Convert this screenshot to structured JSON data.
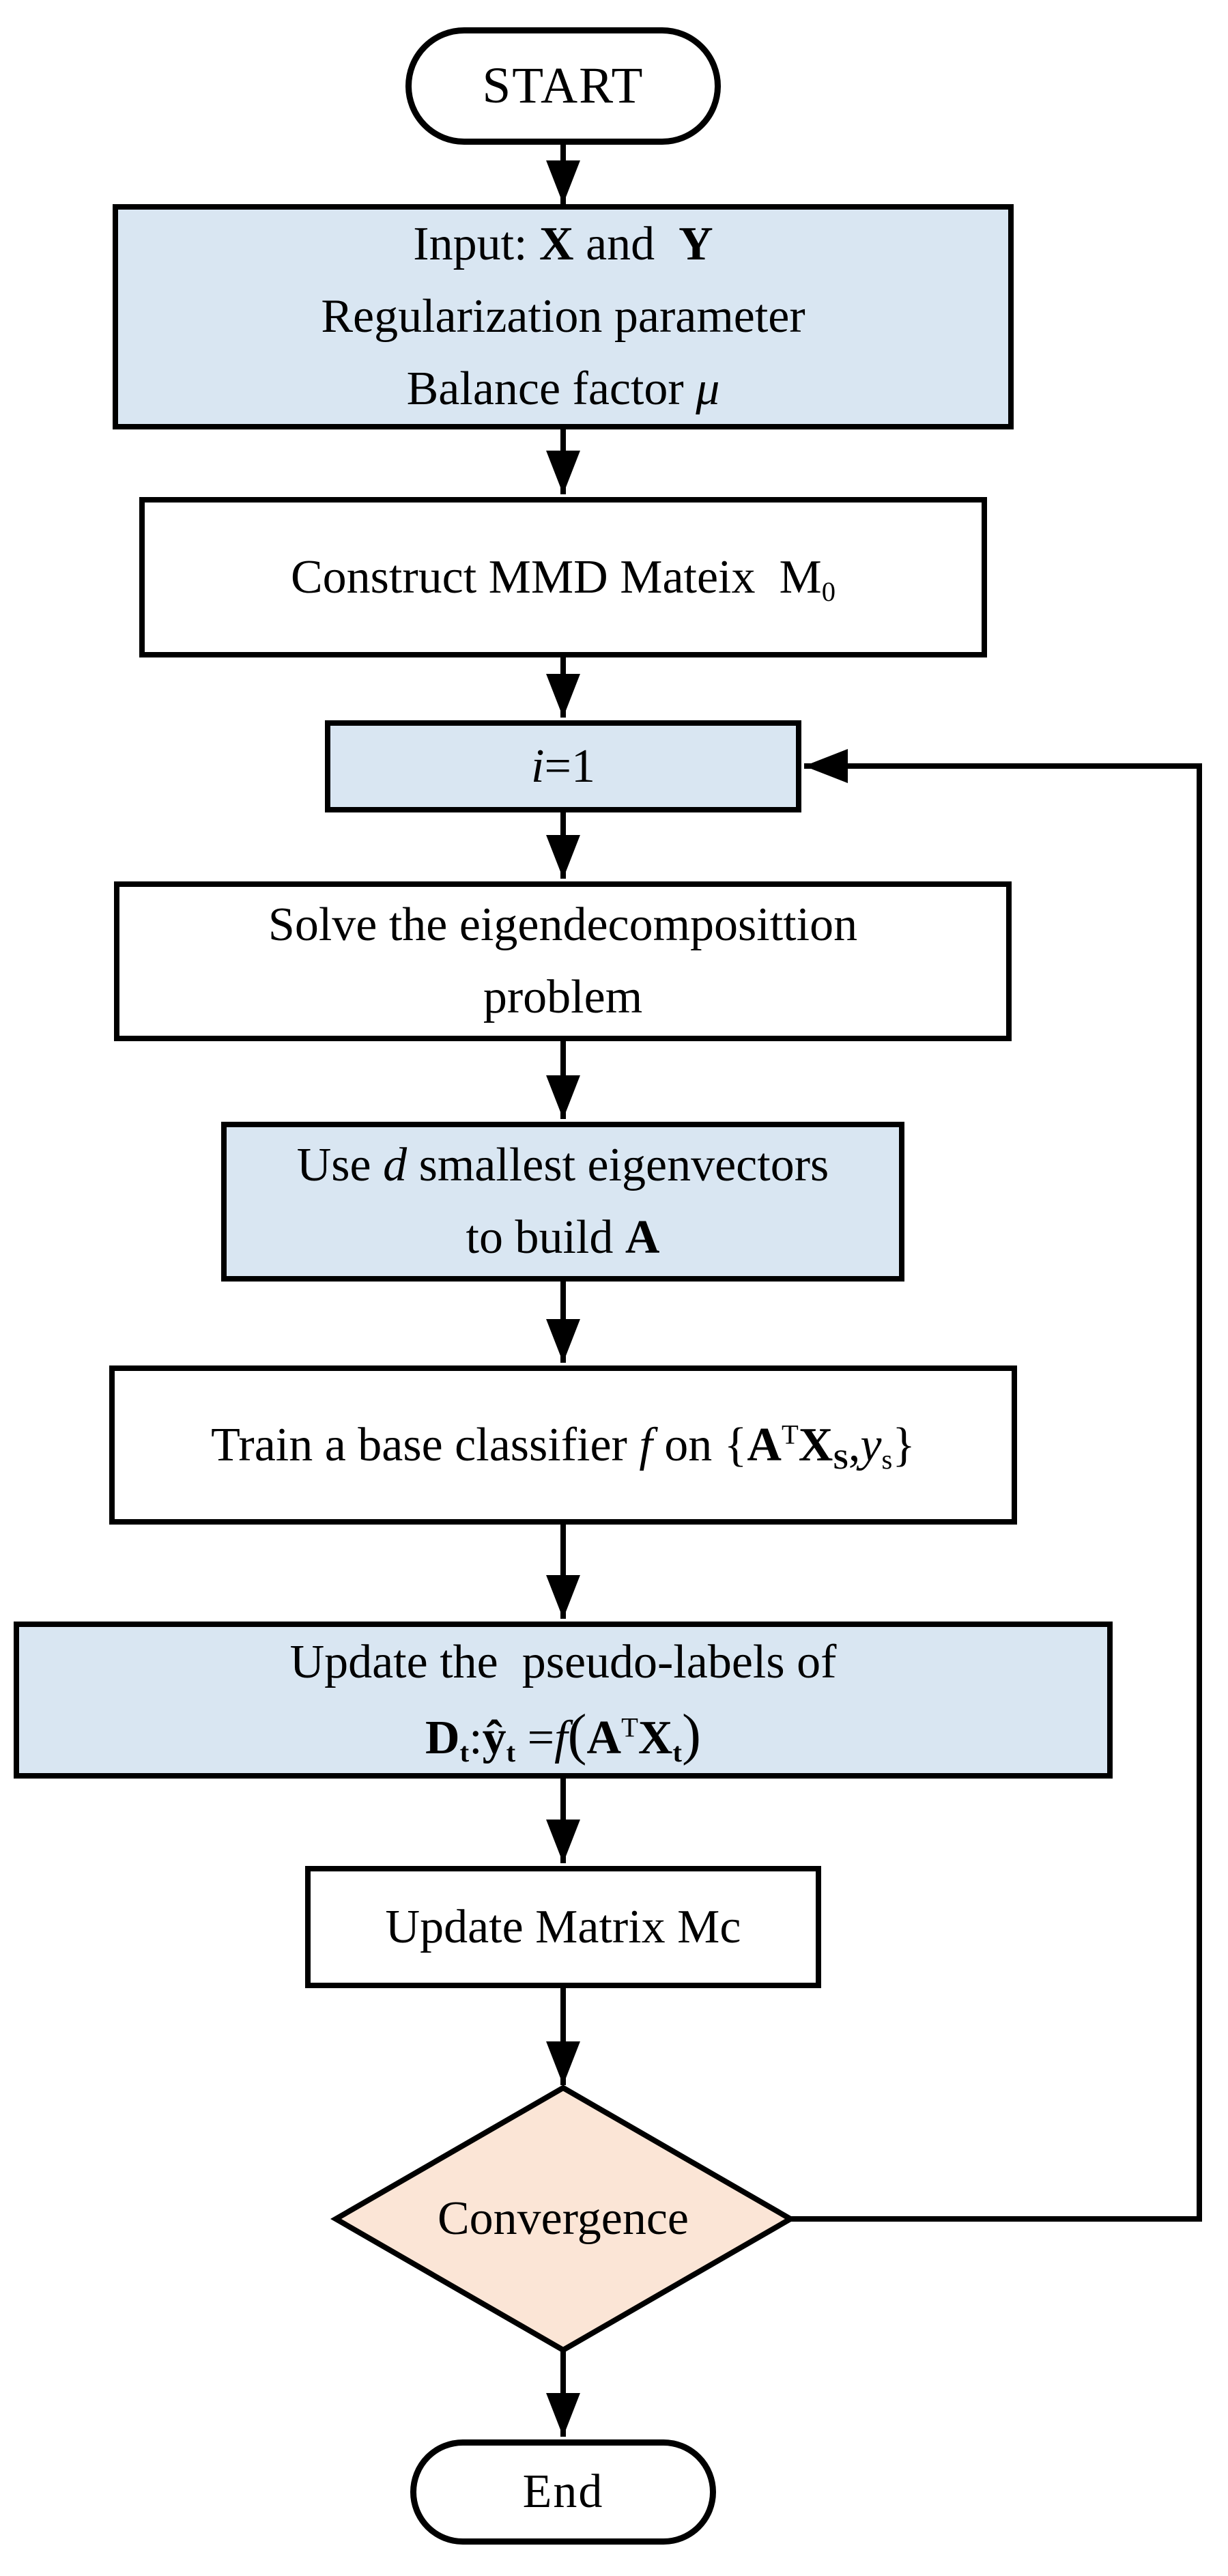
{
  "colors": {
    "background": "#ffffff",
    "text": "#000000",
    "border": "#000000",
    "box_blue": "#d9e6f2",
    "diamond_peach": "#fbe5d6"
  },
  "nodes": {
    "start": {
      "label": "START"
    },
    "input": {
      "line1": [
        "Input: ",
        "X",
        " and ",
        " Y"
      ],
      "line2": "Regularization parameter",
      "line3": [
        "Balance factor ",
        "μ"
      ]
    },
    "construct": {
      "parts": [
        "Construct MMD Mateix  M",
        "0"
      ]
    },
    "init": {
      "parts": [
        "i",
        "=1"
      ]
    },
    "solve": {
      "line1": "Solve the eigendecomposittion",
      "line2": "problem"
    },
    "eigvec": {
      "line1": [
        "Use ",
        "d",
        " smallest eigenvectors"
      ],
      "line2": [
        "to build ",
        "A"
      ]
    },
    "train": {
      "parts": [
        "Train a base classifier ",
        "f",
        " on {",
        "A",
        "T",
        "X",
        "S",
        ",",
        "y",
        "s",
        "}"
      ]
    },
    "pseudo": {
      "line1": "Update the  pseudo-labels of",
      "formula": [
        "D",
        "t",
        ":",
        "ŷ",
        "t",
        " =",
        "f",
        "(",
        "A",
        "T",
        "X",
        "t",
        ")"
      ]
    },
    "updatem": {
      "label": "Update Matrix Mc"
    },
    "convergence": {
      "label": "Convergence"
    },
    "end": {
      "label": "End"
    }
  }
}
